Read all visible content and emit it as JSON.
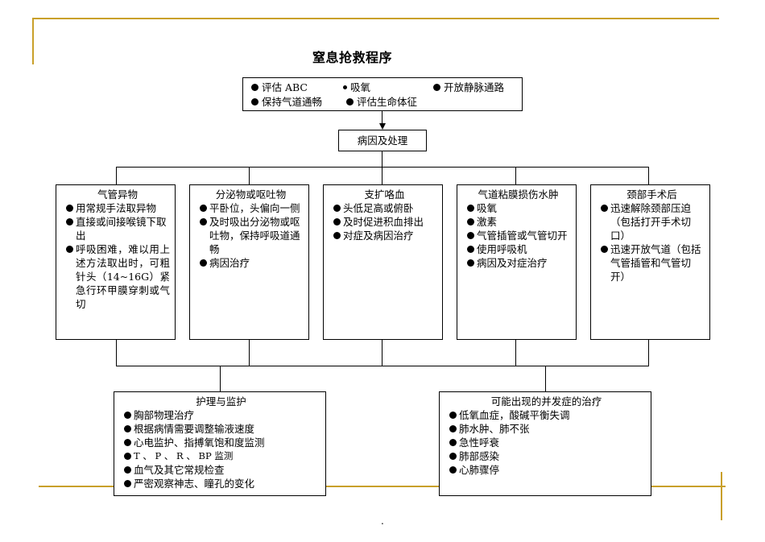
{
  "title": "窒息抢救程序",
  "top_box": {
    "items": [
      "评估 ABC",
      "吸氧",
      "开放静脉通路",
      "保持气道通畅",
      "评估生命体征"
    ]
  },
  "cause_box": {
    "label": "病因及处理"
  },
  "causes": [
    {
      "title": "气管异物",
      "items": [
        "用常规手法取异物",
        "直接或间接喉镜下取出",
        "呼吸困难，难以用上述方法取出时，可粗针头（14~16G）紧急行环甲膜穿刺或气切"
      ]
    },
    {
      "title": "分泌物或呕吐物",
      "items": [
        "平卧位，头偏向一侧",
        "及时吸出分泌物或呕吐物，保持呼吸道通畅",
        "病因治疗"
      ]
    },
    {
      "title": "支扩咯血",
      "items": [
        "头低足高或俯卧",
        "及时促进积血排出",
        "对症及病因治疗"
      ]
    },
    {
      "title": "气道粘膜损伤水肿",
      "items": [
        "吸氧",
        "激素",
        "气管插管或气管切开",
        "使用呼吸机",
        "病因及对症治疗"
      ]
    },
    {
      "title": "颈部手术后",
      "items": [
        "迅速解除颈部压迫（包括打开手术切口）",
        "迅速开放气道（包括气管插管和气管切开）"
      ]
    }
  ],
  "care": {
    "title": "护理与监护",
    "items": [
      "胸部物理治疗",
      "根据病情需要调整输液速度",
      "心电监护、指搏氧饱和度监测",
      "T 、 P 、 R 、 BP 监测",
      "血气及其它常规检查",
      "严密观察神志、瞳孔的变化"
    ]
  },
  "complications": {
    "title": "可能出现的并发症的治疗",
    "items": [
      "低氧血症，酸碱平衡失调",
      "肺水肿、肺不张",
      "急性呼衰",
      "肺部感染",
      "心肺骤停"
    ]
  },
  "footer": ".",
  "colors": {
    "accent_line": "#c9a02a"
  }
}
